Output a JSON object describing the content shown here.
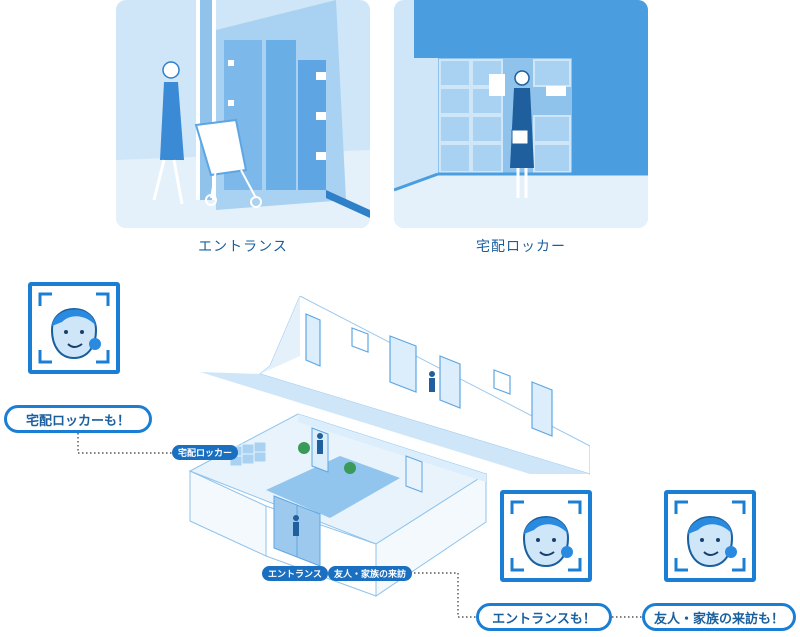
{
  "captions": {
    "entrance": "エントランス",
    "locker": "宅配ロッカー"
  },
  "callouts": {
    "locker": "宅配ロッカーも！",
    "entrance": "エントランスも！",
    "visit": "友人・家族の来訪も！"
  },
  "tags": {
    "locker": "宅配ロッカー",
    "entrance": "エントランス",
    "visit": "友人・家族の来訪"
  },
  "colors": {
    "accent": "#1a7fd4",
    "panel_light": "#cfe6f8",
    "panel_mid": "#8fc3ec",
    "panel_dark": "#4a9ee0",
    "text": "#1a5f9e"
  }
}
